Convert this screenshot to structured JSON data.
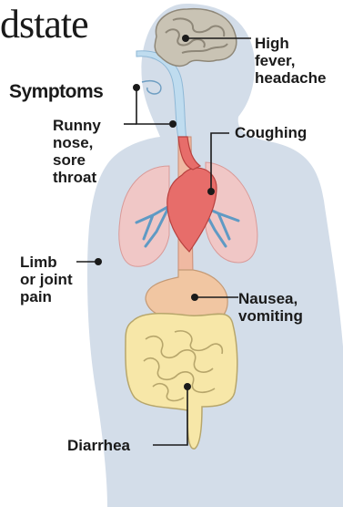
{
  "header": {
    "title_fragment": "dstate",
    "heading": "Symptoms"
  },
  "labels": {
    "brain": "High\nfever,\nheadache",
    "nose": "Runny\nnose,\nsore\nthroat",
    "lungs": "Coughing",
    "limb": "Limb\nor joint\npain",
    "stomach": "Nausea,\nvomiting",
    "intestine": "Diarrhea"
  },
  "colors": {
    "body": "#d3dde9",
    "brain": "#c9c3b4",
    "brain_fold": "#8e8778",
    "lungs": "#f0c7c6",
    "lung_branches": "#5f9ac4",
    "heart": "#e76d6a",
    "esophagus": "#f0b9a2",
    "stomach": "#f1c6a2",
    "intestine": "#f7e7a8",
    "intestine_outline": "#b7a66b",
    "airway": "#bfdcef",
    "leader": "#1a1a1a"
  }
}
